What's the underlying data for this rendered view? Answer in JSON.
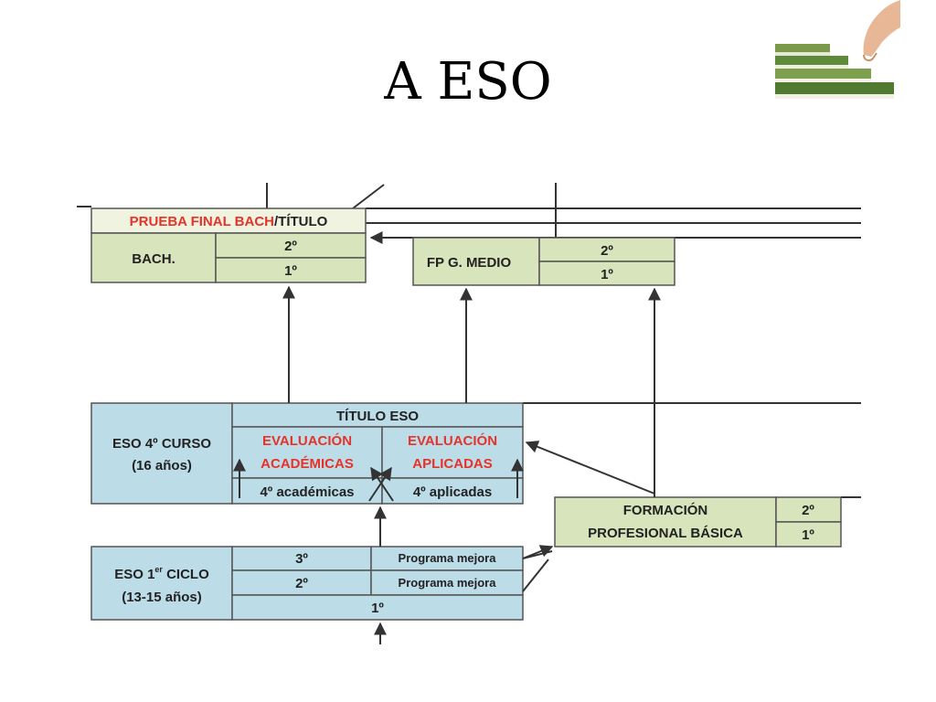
{
  "title": "A ESO",
  "decor": {
    "image_icon": "stairs-hand-icon"
  },
  "colors": {
    "green": "#d8e4bc",
    "blue": "#bcdce8",
    "red": "#e63329",
    "line": "#333333"
  },
  "bach": {
    "header_red": "PRUEBA FINAL BACH",
    "header_black": "/TÍTULO",
    "label": "BACH.",
    "year2": "2º",
    "year1": "1º"
  },
  "fp_medio": {
    "label": "FP G. MEDIO",
    "year2": "2º",
    "year1": "1º"
  },
  "eso4": {
    "label_line1": "ESO 4º CURSO",
    "label_line2": "(16 años)",
    "titulo": "TÍTULO ESO",
    "eval_acad_1": "EVALUACIÓN",
    "eval_acad_2": "ACADÉMICAS",
    "eval_apl_1": "EVALUACIÓN",
    "eval_apl_2": "APLICADAS",
    "track_acad": "4º académicas",
    "track_apl": "4º aplicadas"
  },
  "fp_basica": {
    "label_line1": "FORMACIÓN",
    "label_line2": "PROFESIONAL BÁSICA",
    "year2": "2º",
    "year1": "1º"
  },
  "eso1": {
    "label_line1": "ESO 1",
    "label_sup": "er",
    "label_line1_end": " CICLO",
    "label_line2": "(13-15 años)",
    "year3": "3º",
    "prog3": "Programa mejora",
    "year2": "2º",
    "prog2": "Programa mejora",
    "year1": "1º"
  }
}
